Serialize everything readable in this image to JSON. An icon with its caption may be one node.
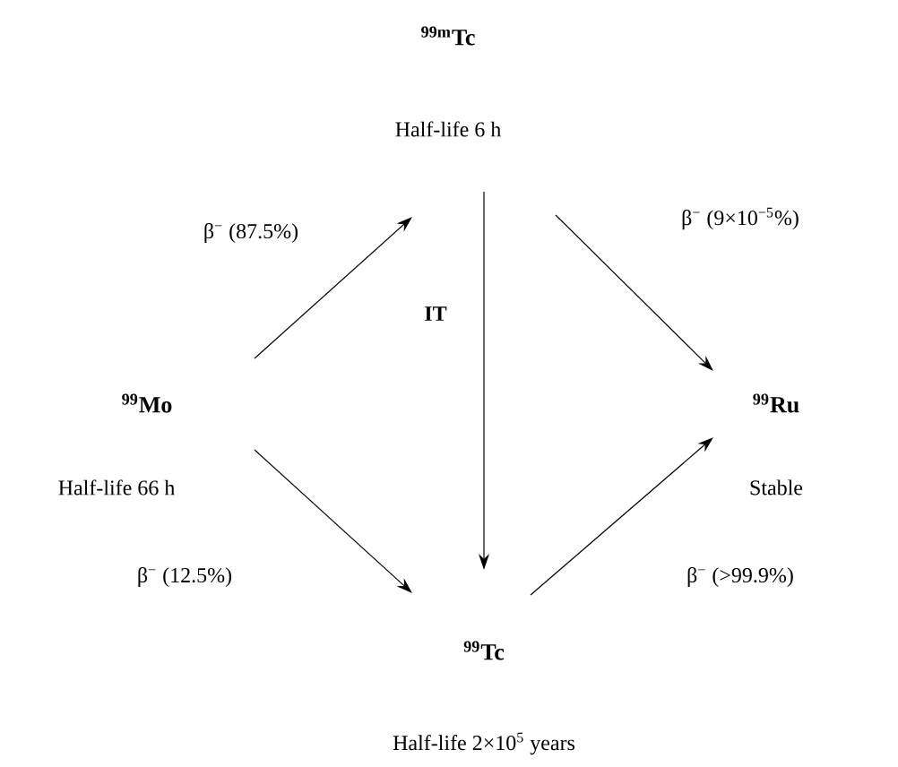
{
  "diagram": {
    "nodes": [
      {
        "text": [
          "$^{99m}$Tc"
        ],
        "beside": [
          "Half-life 6 h"
        ]
      },
      {
        "text": [
          "$^{99}$Mo"
        ],
        "beside": [
          "Half-life 66 h"
        ]
      },
      {
        "text": [
          "$^{99}$Ru"
        ],
        "beside": [
          "Stable"
        ]
      },
      {
        "text": [
          "$^{99}$Tc"
        ],
        "beside": [
          "Half-life 2×10$^{5}$ years"
        ]
      }
    ],
    "edges": [
      {
        "from": 1,
        "to": 0,
        "arrow": "to",
        "label": "β$^{−}$ (87.5%)"
      },
      {
        "from": 0,
        "to": 2,
        "arrow": "to",
        "label": "β$^{−}$ (9×10$^{−5}$%)"
      },
      {
        "from": 0,
        "to": 3,
        "arrow": "to",
        "label": "IT"
      },
      {
        "from": 1,
        "to": 3,
        "arrow": "to",
        "label": "β$^{−}$ (12.5%)"
      },
      {
        "from": 3,
        "to": 2,
        "arrow": "to",
        "label": "β$^{−}$ (>99.9%)"
      }
    ]
  }
}
